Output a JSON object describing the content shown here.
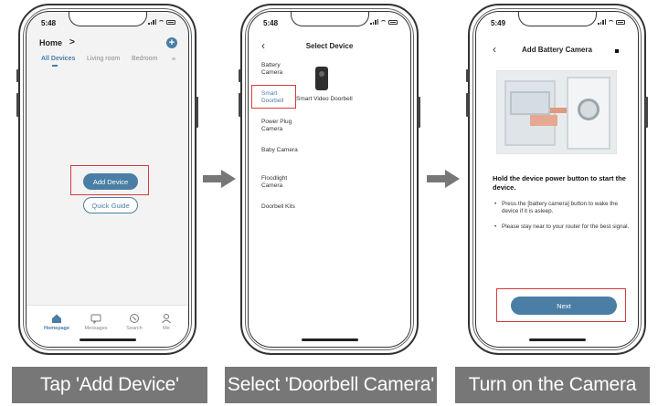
{
  "colors": {
    "accent": "#4a7ea5",
    "highlight": "#d63b3b",
    "caption_bg": "#777777"
  },
  "phone1": {
    "time": "5:48",
    "header_title": "Home",
    "header_chevron": ">",
    "tabs": [
      "All Devices",
      "Living room",
      "Bedroom"
    ],
    "menu_icon": "≡",
    "add_device": "Add Device",
    "quick_guide": "Quick Guide",
    "nav": [
      "Homepage",
      "Messages",
      "Search",
      "Me"
    ]
  },
  "phone2": {
    "time": "5:48",
    "title": "Select Device",
    "categories": [
      "Battery Camera",
      "Smart Doorbell",
      "Power Plug Camera",
      "Baby Camera",
      "Floodlight Camera",
      "Doorbell Kits"
    ],
    "selected_category": "Smart Doorbell",
    "device_label": "Smart Video Doorbell"
  },
  "phone3": {
    "time": "5:49",
    "title": "Add Battery Camera",
    "instruction": "Hold the device power button to start the device.",
    "bullets": [
      "Press the [battery camera] button to wake the device if it is asleep.",
      "Please stay near to your router for the best signal."
    ],
    "next": "Next"
  },
  "captions": [
    "Tap 'Add Device'",
    "Select 'Doorbell Camera'",
    "Turn on the Camera"
  ]
}
